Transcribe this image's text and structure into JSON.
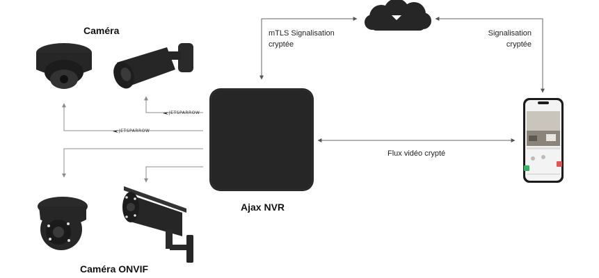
{
  "labels": {
    "camera_title": "Caméra",
    "onvif_camera_title": "Caméra ONVIF",
    "nvr_title": "Ajax NVR",
    "mtls_line1": "mTLS Signalisation",
    "mtls_line2": "cryptée",
    "signal_line1": "Signalisation",
    "signal_line2": "cryptée",
    "video_stream": "Flux vidéo crypté",
    "jetsparrow_1": "JETSPARROW",
    "jetsparrow_2": "JETSPARROW"
  },
  "colors": {
    "device_black": "#262626",
    "connector_gray": "#8c8c8c",
    "arrow_dark": "#555555",
    "phone_green": "#2fb55f",
    "phone_red": "#e05454"
  },
  "icons": {
    "cloud": "cloud-icon",
    "nvr": "nvr-device-icon",
    "phone": "smartphone-icon",
    "dome_camera": "dome-camera-icon",
    "bullet_camera": "bullet-camera-icon",
    "turret_camera": "turret-camera-icon",
    "onvif_bullet": "onvif-bullet-camera-icon"
  }
}
